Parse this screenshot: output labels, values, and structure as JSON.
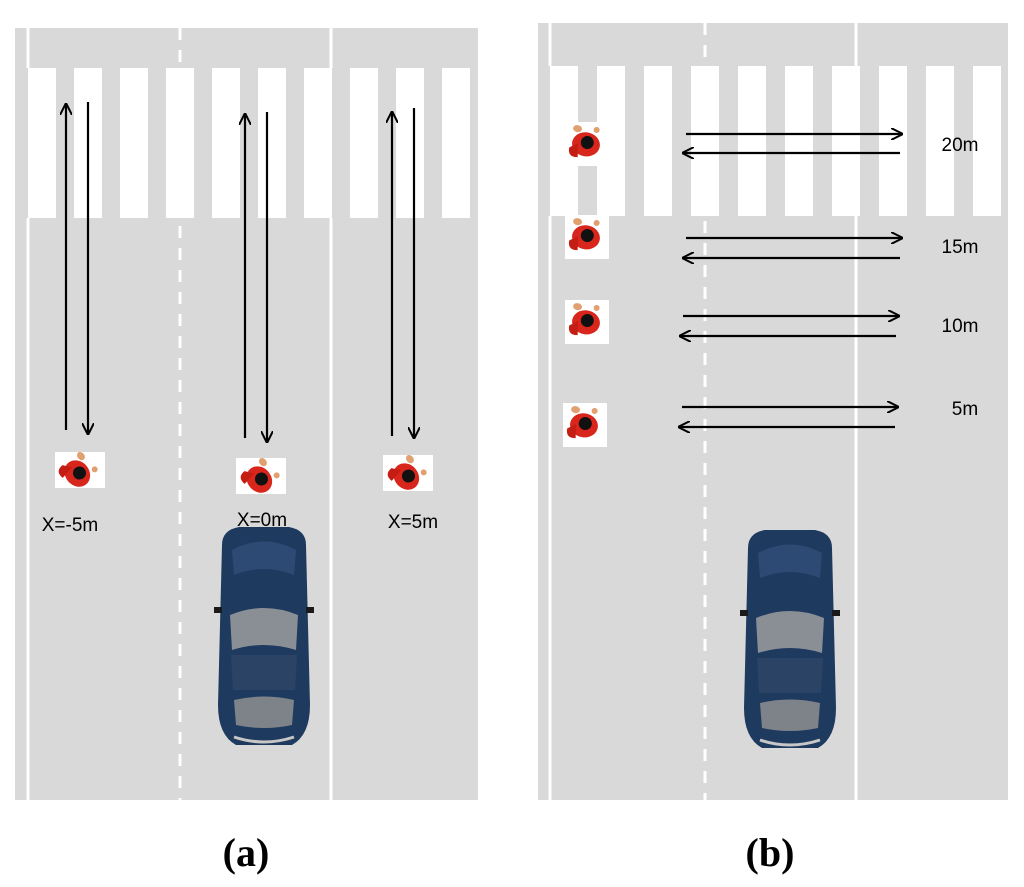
{
  "panel_a": {
    "caption_letter": "a",
    "positions": [
      {
        "label": "X=-5m"
      },
      {
        "label": "X=0m"
      },
      {
        "label": "X=5m"
      }
    ]
  },
  "panel_b": {
    "caption_letter": "b",
    "distances": [
      {
        "label": "20m"
      },
      {
        "label": "15m"
      },
      {
        "label": "10m"
      },
      {
        "label": "5m"
      }
    ]
  },
  "colors": {
    "road": "#d9d9d9",
    "lane_line": "#ffffff",
    "arrow": "#000000",
    "pedestrian_body": "#d8261c",
    "pedestrian_head": "#111111",
    "car_body": "#1f3a5f",
    "car_glass": "#8a8f96"
  },
  "icons": [
    "pedestrian-icon",
    "car-icon",
    "arrow-icon"
  ]
}
